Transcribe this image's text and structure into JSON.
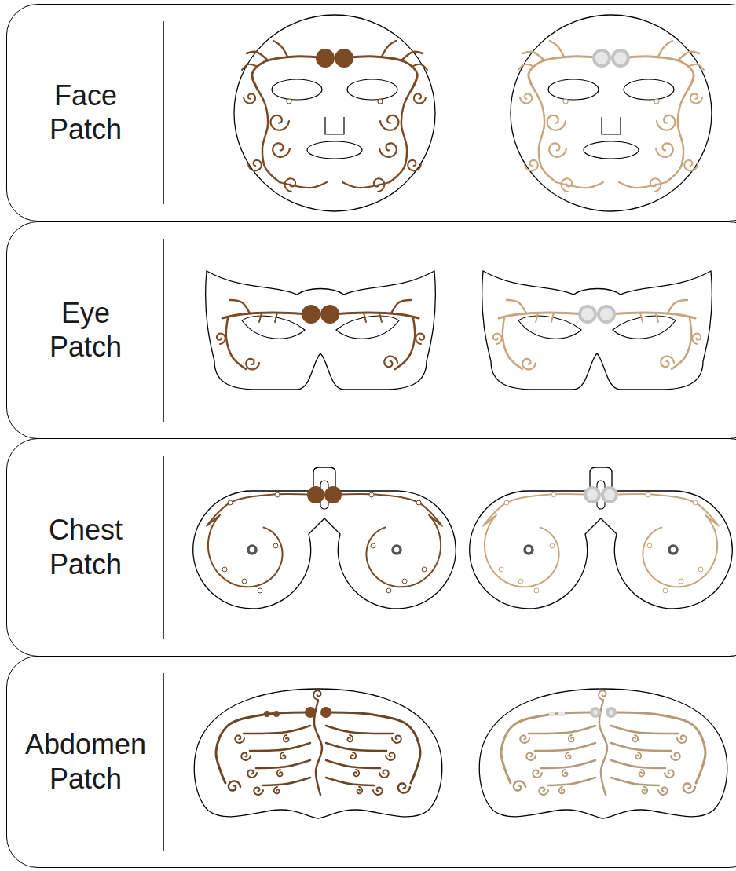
{
  "diagram": {
    "nodes": [
      {
        "text": [
          "Face Patch"
        ]
      },
      {
        "text": [
          "Eye Patch"
        ]
      },
      {
        "text": [
          "Chest Patch"
        ]
      },
      {
        "text": [
          "Abdomen Patch"
        ]
      }
    ]
  }
}
